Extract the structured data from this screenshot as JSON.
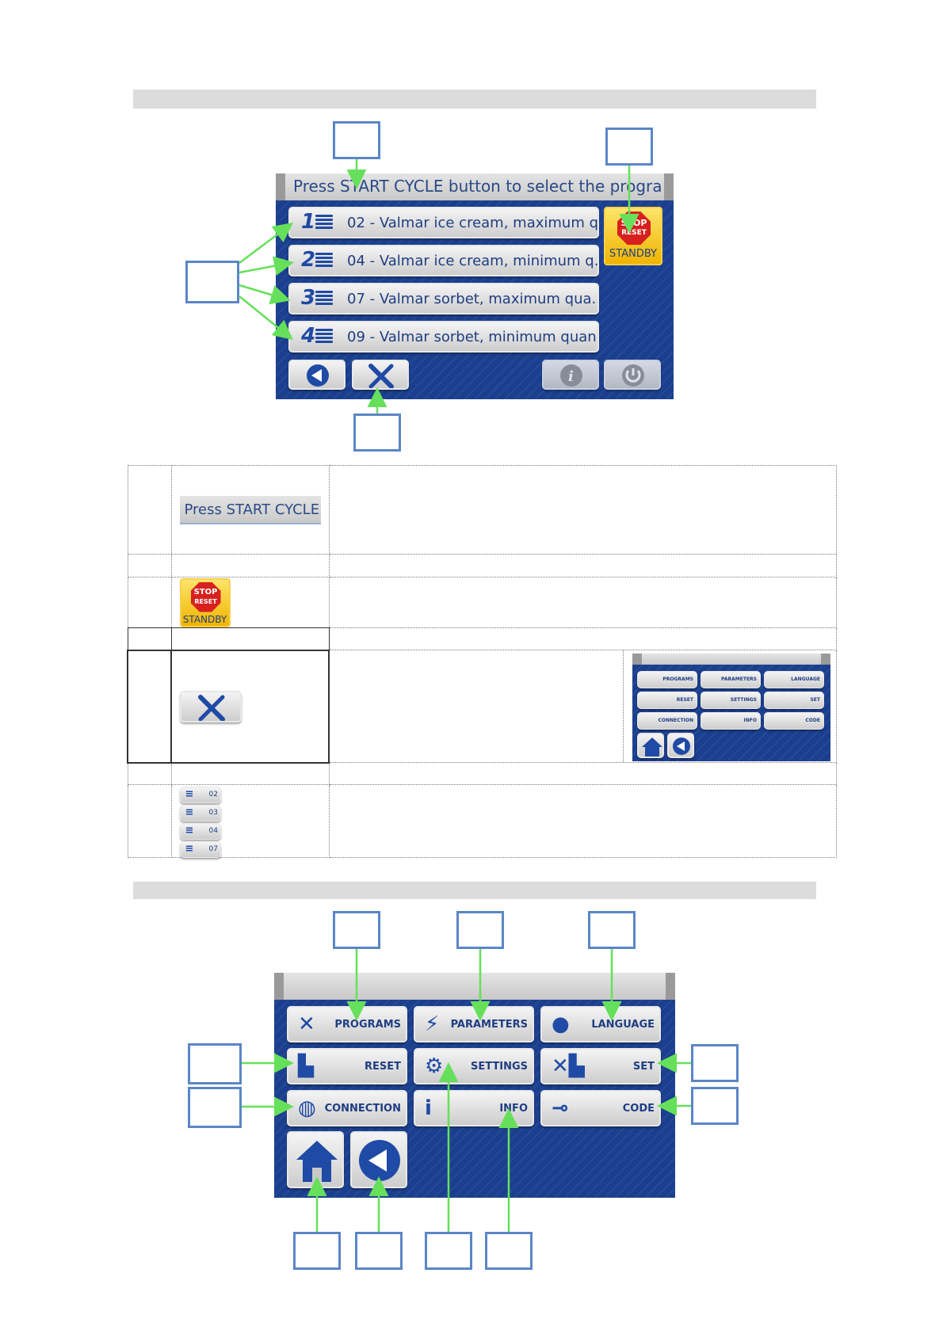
{
  "screen1": {
    "header_text": "Press START CYCLE button to select the programme or",
    "programs": [
      {
        "num": "1",
        "label": "02 - Valmar ice cream, maximum q..."
      },
      {
        "num": "2",
        "label": "04 - Valmar ice cream, minimum q..."
      },
      {
        "num": "3",
        "label": "07 - Valmar sorbet, maximum qua..."
      },
      {
        "num": "4",
        "label": "09 - Valmar sorbet, minimum quan..."
      }
    ],
    "stop_top": "STOP",
    "stop_bottom": "RESET",
    "standby_label": "STANDBY",
    "toolbar_icons": [
      "back-icon",
      "tools-icon",
      "info-icon",
      "power-icon"
    ]
  },
  "table": {
    "row1_button_text": "Press START CYCLE",
    "row3_stop_top": "STOP",
    "row3_stop_bottom": "RESET",
    "row3_standby": "STANDBY",
    "mini_menu": [
      "PROGRAMS",
      "PARAMETERS",
      "LANGUAGE",
      "RESET",
      "SETTINGS",
      "SET",
      "CONNECTION",
      "INFO",
      "CODE"
    ],
    "program_list": [
      "02",
      "03",
      "04",
      "07"
    ]
  },
  "screen2": {
    "menu": [
      {
        "label": "PROGRAMS",
        "icon": "tools-icon"
      },
      {
        "label": "PARAMETERS",
        "icon": "parameters-icon"
      },
      {
        "label": "LANGUAGE",
        "icon": "language-icon"
      },
      {
        "label": "RESET",
        "icon": "factory-icon"
      },
      {
        "label": "SETTINGS",
        "icon": "gears-icon"
      },
      {
        "label": "SET",
        "icon": "tools-factory-icon"
      },
      {
        "label": "CONNECTION",
        "icon": "globe-icon"
      },
      {
        "label": "INFO",
        "icon": "info-icon"
      },
      {
        "label": "CODE",
        "icon": "key-icon"
      }
    ],
    "bottom_icons": [
      "home-icon",
      "back-icon"
    ]
  },
  "colors": {
    "screen_bg": "#1b3f8f",
    "callout_border": "#5b86c7",
    "arrow": "#66e05a",
    "standby": "#f0b400",
    "stop": "#d8201f"
  }
}
